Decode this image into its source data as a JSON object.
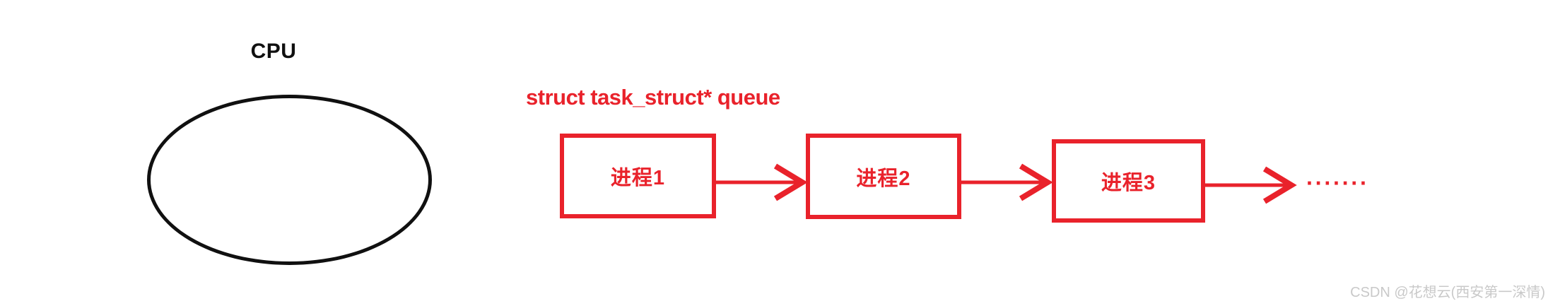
{
  "cpu": {
    "label": "CPU"
  },
  "queue": {
    "title": "struct task_struct* queue",
    "nodes": [
      {
        "label": "进程1"
      },
      {
        "label": "进程2"
      },
      {
        "label": "进程3"
      }
    ],
    "ellipsis": "·······"
  },
  "watermark": {
    "text": "CSDN @花想云(西安第一深情)"
  },
  "colors": {
    "accent_red": "#e9222b",
    "ink_black": "#101010",
    "watermark_gray": "#c9c9c9"
  },
  "icons": {
    "arrow": "arrow-right-icon"
  }
}
